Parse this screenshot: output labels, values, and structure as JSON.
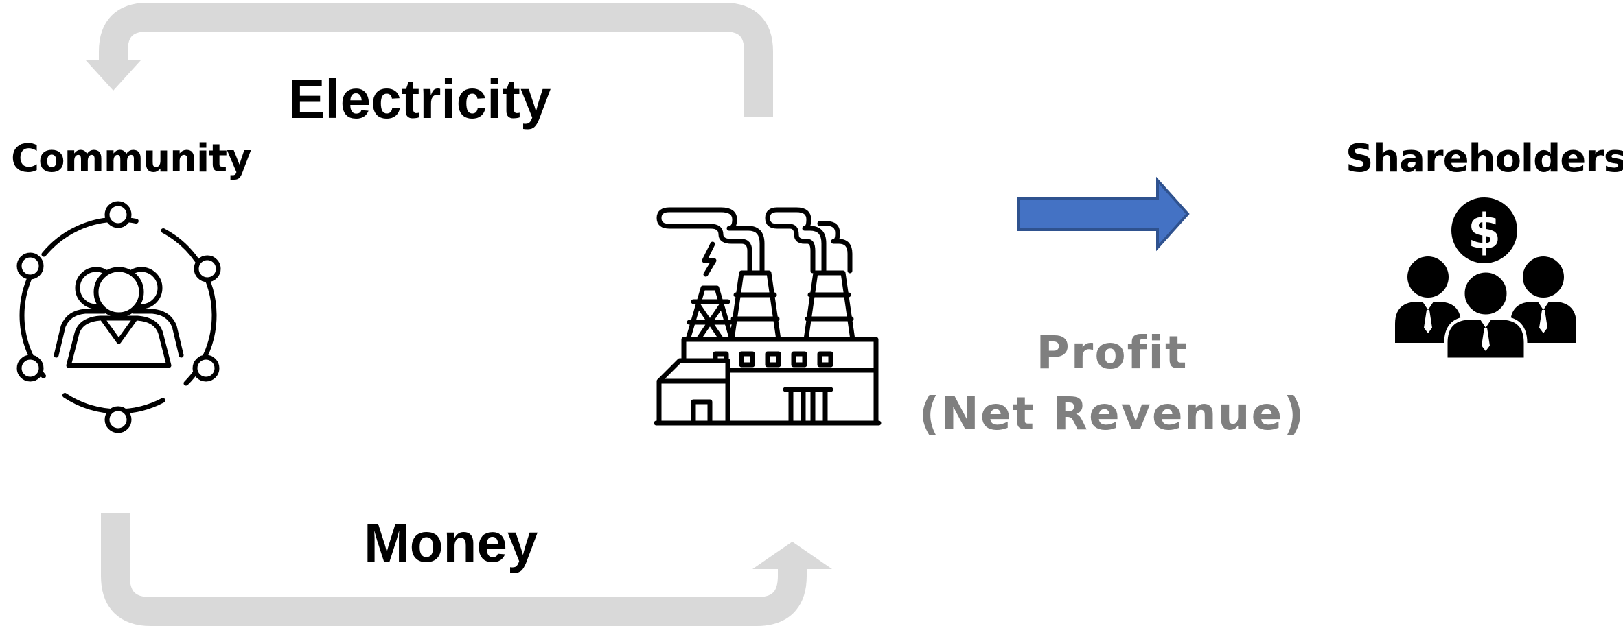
{
  "labels": {
    "electricity": "Electricity",
    "money": "Money",
    "community": "Community",
    "shareholders": "Shareholders",
    "profit": "Profit",
    "net_revenue": "(Net Revenue)"
  },
  "icons": {
    "community": "community-network-icon",
    "power_plant": "power-plant-icon",
    "shareholders": "shareholders-dollar-icon",
    "profit_arrow": "right-arrow-icon"
  },
  "colors": {
    "flow_arrow": "#d9d9d9",
    "profit_arrow_fill": "#4472c4",
    "profit_arrow_stroke": "#2f528f",
    "profit_text": "#7f7f7f",
    "text": "#000000"
  }
}
